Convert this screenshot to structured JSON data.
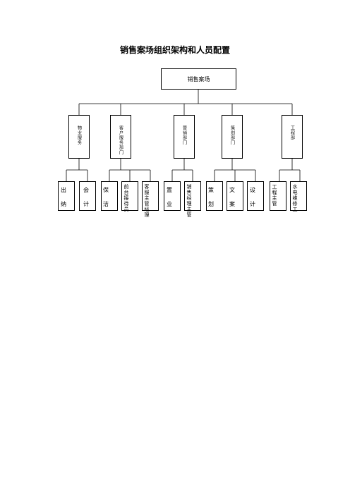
{
  "title": "销售案场组织架构和人员配置",
  "root": {
    "label": "销售案场"
  },
  "departments": [
    {
      "label": "物业服务"
    },
    {
      "label": "客户服务部门"
    },
    {
      "label": "营销部门"
    },
    {
      "label": "策划部门"
    },
    {
      "label": "工程部"
    }
  ],
  "leaves": [
    {
      "line1": "出",
      "line2": "纳"
    },
    {
      "line1": "会",
      "line2": "计"
    },
    {
      "line1": "保",
      "line2": "洁"
    },
    {
      "text": "前台接待员"
    },
    {
      "text": "客服主管经理"
    },
    {
      "line1": "置",
      "line2": "业"
    },
    {
      "text": "销售经理主管"
    },
    {
      "line1": "策",
      "line2": "划"
    },
    {
      "line1": "文",
      "line2": "案"
    },
    {
      "line1": "设",
      "line2": "计"
    },
    {
      "text": "工程主管"
    },
    {
      "text": "水电维修工"
    }
  ]
}
